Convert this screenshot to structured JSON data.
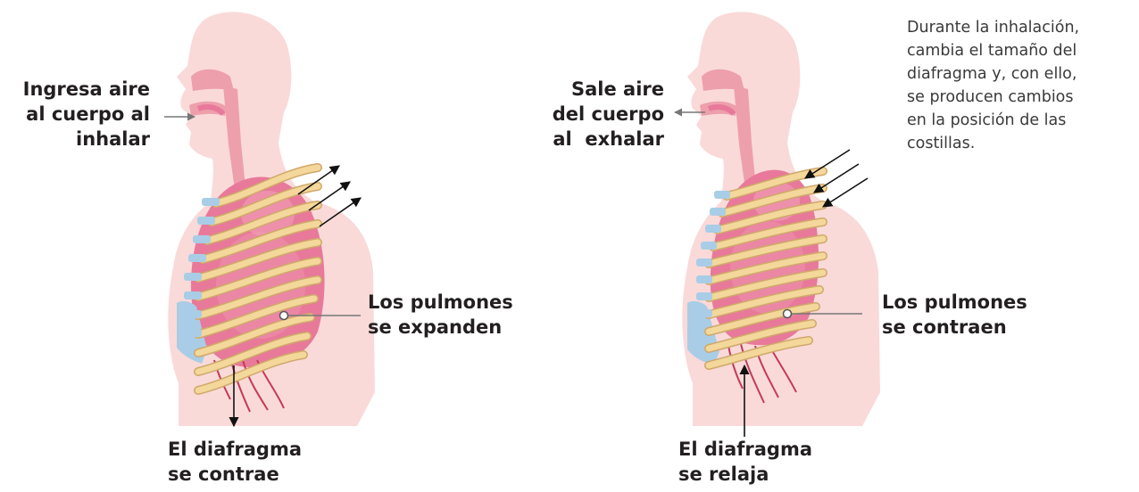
{
  "left": {
    "air_label": [
      "Ingresa aire",
      "al cuerpo al",
      "inhalar"
    ],
    "lungs_label": [
      "Los pulmones",
      "se expanden"
    ],
    "diaphragm_label": [
      "El diafragma",
      "se contrae"
    ]
  },
  "right": {
    "air_label": [
      "Sale aire",
      "del cuerpo",
      "al  exhalar"
    ],
    "lungs_label": [
      "Los pulmones",
      "se contraen"
    ],
    "diaphragm_label": [
      "El diafragma",
      "se relaja"
    ]
  },
  "note": [
    "Durante la inhalación,",
    "cambia el tamaño del",
    "diafragma y, con ello,",
    "se producen cambios",
    "en la posición de las",
    "costillas."
  ],
  "colors": {
    "body": "#f9dad9",
    "airway": "#ee9fac",
    "lung": "#e8799a",
    "lung_light": "#f2a4bb",
    "rib": "#f4d79a",
    "rib_edge": "#cfa86a",
    "cartilage": "#a9cde6",
    "vessel": "#c53a57",
    "arrow": "#111111",
    "pointer": "#777777"
  }
}
